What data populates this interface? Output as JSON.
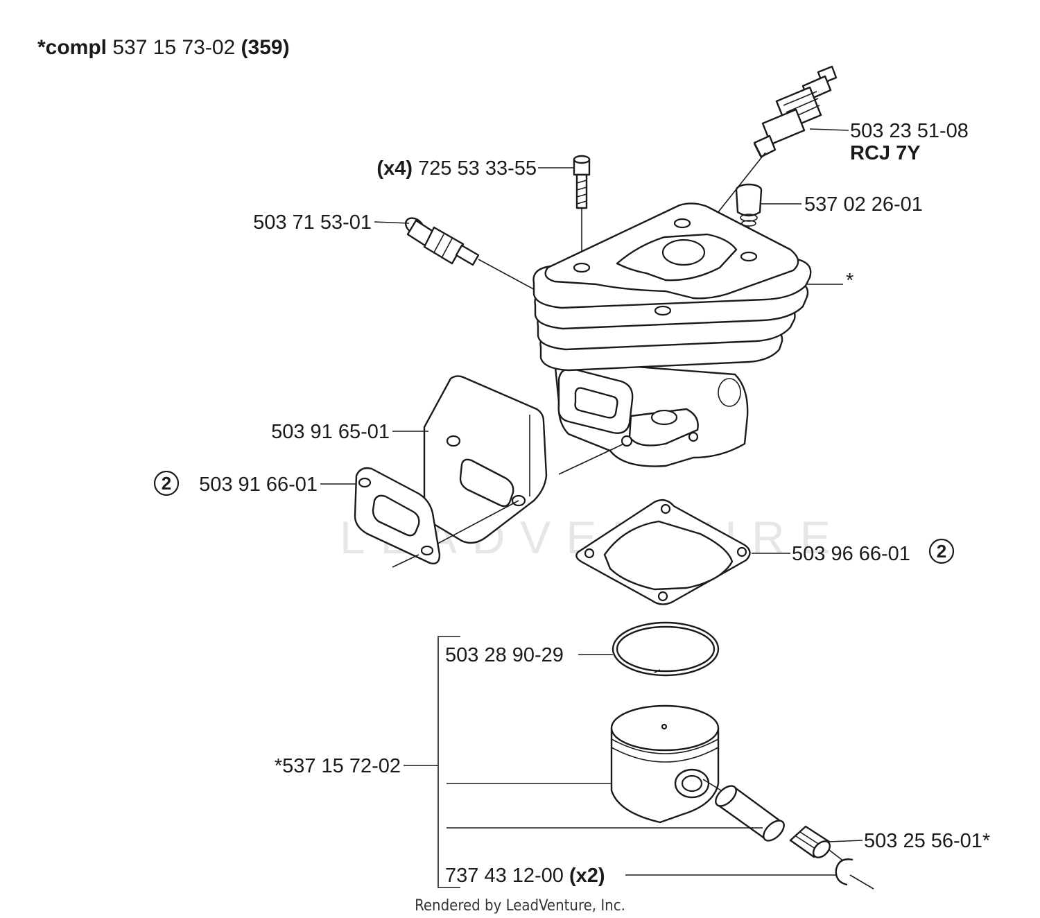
{
  "title": {
    "prefix": "*compl",
    "number": "537 15 73-02",
    "model": "(359)"
  },
  "watermark": "LEADVENTURE",
  "footer": "Rendered by LeadVenture, Inc.",
  "parts": {
    "spark_plug": {
      "number": "503 23 51-08",
      "note": "RCJ 7Y"
    },
    "screw": {
      "qty": "(x4)",
      "number": "725 53 33-55"
    },
    "decomp_valve": {
      "number": "503 71 53-01"
    },
    "cap": {
      "number": "537 02 26-01"
    },
    "cylinder": {
      "number": "*"
    },
    "plate": {
      "number": "503 91 65-01"
    },
    "exhaust_gasket": {
      "badge": "2",
      "number": "503 91 66-01"
    },
    "base_gasket": {
      "number": "503 96 66-01",
      "badge": "2"
    },
    "piston_ring": {
      "number": "503 28 90-29"
    },
    "piston_kit": {
      "number": "*537 15 72-02"
    },
    "bearing": {
      "number": "503 25 56-01*"
    },
    "circlip": {
      "number": "737 43 12-00",
      "qty": "(x2)"
    }
  }
}
